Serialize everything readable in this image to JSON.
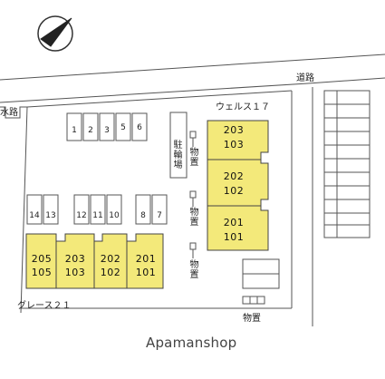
{
  "map": {
    "road_label": "道路",
    "waterway_label": "水路",
    "building_east_name": "ウェルス１７",
    "building_west_name": "グレース２１",
    "bike_parking_label": "駐輪場",
    "storage_label": "物置",
    "watermark": "Apamanshop",
    "north_arrow_icon": "north-arrow-icon",
    "highlight_color": "#f3e97a",
    "building_east_units": [
      {
        "upper": "203",
        "lower": "103"
      },
      {
        "upper": "202",
        "lower": "102"
      },
      {
        "upper": "201",
        "lower": "101"
      }
    ],
    "building_west_units": [
      {
        "upper": "205",
        "lower": "105"
      },
      {
        "upper": "203",
        "lower": "103"
      },
      {
        "upper": "202",
        "lower": "102"
      },
      {
        "upper": "201",
        "lower": "101"
      }
    ],
    "parking_top_row": [
      "1",
      "2",
      "3",
      "5",
      "6"
    ],
    "parking_mid_row": [
      "14",
      "13",
      "12",
      "11",
      "10",
      "8",
      "7"
    ]
  }
}
